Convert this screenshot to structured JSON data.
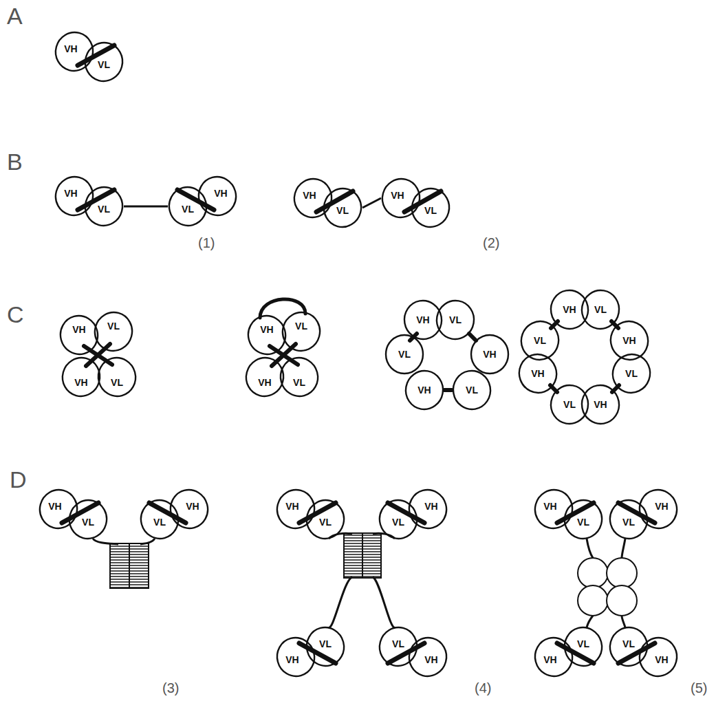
{
  "diagram": {
    "nodes": [
      {
        "text": [
          "VH"
        ]
      },
      {
        "text": [
          "VL"
        ]
      },
      {
        "text": [
          "VH"
        ]
      },
      {
        "text": [
          "VL"
        ]
      },
      {
        "text": [
          "VL"
        ]
      },
      {
        "text": [
          "VH"
        ]
      },
      {
        "text": [
          "VH"
        ]
      },
      {
        "text": [
          "VL"
        ]
      },
      {
        "text": [
          "VH"
        ]
      },
      {
        "text": [
          "VL"
        ]
      },
      {
        "text": [
          "VH"
        ]
      },
      {
        "text": [
          "VL"
        ]
      },
      {
        "text": [
          "VH"
        ]
      },
      {
        "text": [
          "VL"
        ]
      },
      {
        "text": [
          "VH"
        ]
      },
      {
        "text": [
          "VL"
        ]
      },
      {
        "text": [
          "VH"
        ]
      },
      {
        "text": [
          "VL"
        ]
      },
      {
        "text": [
          "VH"
        ]
      },
      {
        "text": [
          "VL"
        ]
      },
      {
        "text": [
          "VL"
        ]
      },
      {
        "text": [
          "VH"
        ]
      },
      {
        "text": [
          "VH"
        ]
      },
      {
        "text": [
          "VL"
        ]
      },
      {
        "text": [
          "VH"
        ]
      },
      {
        "text": [
          "VL"
        ]
      },
      {
        "text": [
          "VL"
        ]
      },
      {
        "text": [
          "VH"
        ]
      },
      {
        "text": [
          "VH"
        ]
      },
      {
        "text": [
          "VL"
        ]
      },
      {
        "text": [
          "VL"
        ]
      },
      {
        "text": [
          "VH"
        ]
      },
      {
        "text": [
          "VH"
        ]
      },
      {
        "text": [
          "VL"
        ]
      },
      {
        "text": [
          "VL"
        ]
      },
      {
        "text": [
          "VH"
        ]
      },
      {
        "text": [
          "VH"
        ]
      },
      {
        "text": [
          "VL"
        ]
      },
      {
        "text": [
          "VL"
        ]
      },
      {
        "text": [
          "VH"
        ]
      },
      {
        "text": [
          "VH"
        ]
      },
      {
        "text": [
          "VL"
        ]
      },
      {
        "text": [
          "VL"
        ]
      },
      {
        "text": [
          "VH"
        ]
      },
      {
        "text": [
          "VH"
        ]
      },
      {
        "text": [
          "VL"
        ]
      },
      {
        "text": [
          "VL"
        ]
      },
      {
        "text": [
          "VH"
        ]
      },
      {
        "text": [
          "VH"
        ]
      },
      {
        "text": [
          "VL"
        ]
      },
      {
        "text": [
          "VL"
        ]
      },
      {
        "text": [
          "VH"
        ]
      }
    ],
    "edges": [
      {
        "from": 3,
        "to": 4,
        "arrow": "none"
      },
      {
        "from": 7,
        "to": 8,
        "arrow": "none"
      }
    ],
    "labels": [
      "A",
      "B",
      "(1)",
      "(2)",
      "C",
      "D",
      "(3)",
      "(4)",
      "(5)"
    ]
  }
}
